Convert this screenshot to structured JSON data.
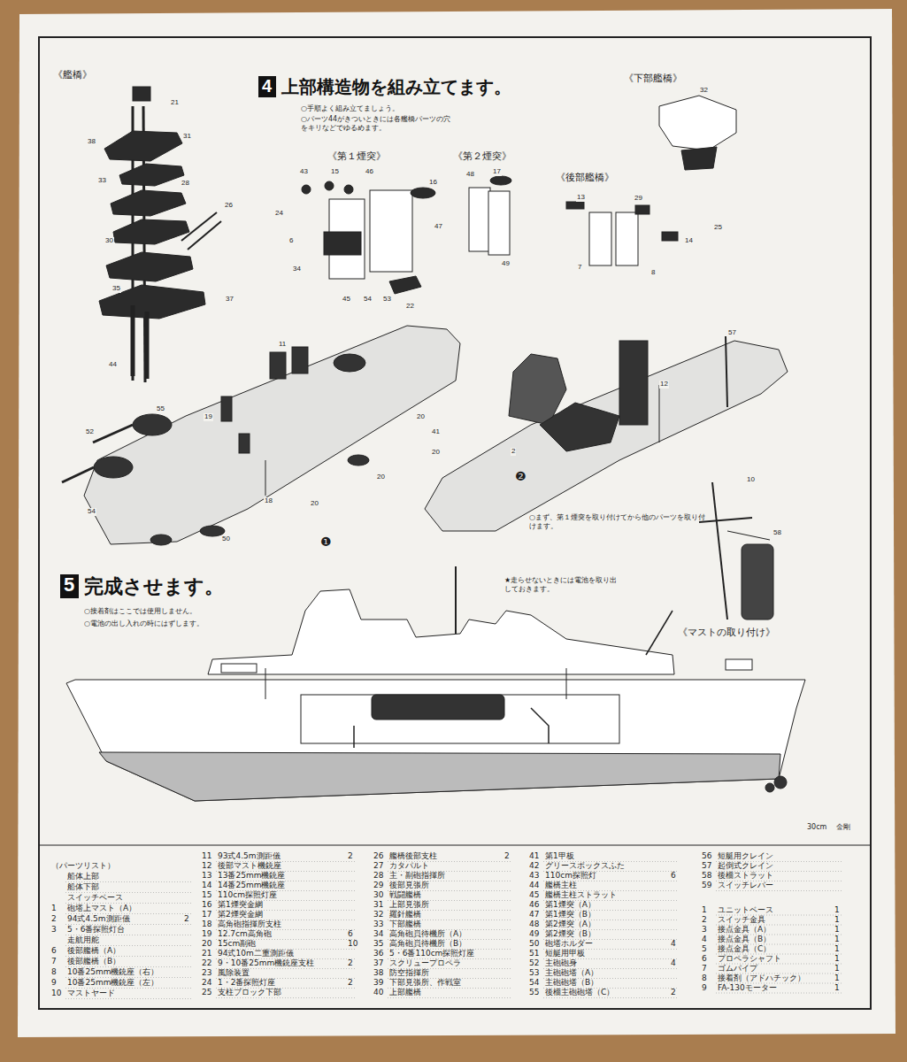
{
  "diagram": {
    "nodes": [
      {
        "text": [
          "4",
          "上部構造物を組み立てます。"
        ]
      },
      {
        "text": [
          "5",
          "完成させます。"
        ]
      }
    ],
    "labels": [
      "《艦橋》",
      "《下部艦橋》",
      "○手順よく組み立てましょう。",
      "○パーツ44がきついときには各艦橋パーツの穴をキリなどでゆるめます。",
      "《第１煙突》",
      "《第２煙突》",
      "《後部艦橋》",
      "○まず、第１煙突を取り付けてから他のパーツを取り付けます。",
      "❶",
      "❷",
      "○接着剤はここでは使用しません。",
      "○電池の出し入れの時にはずします。",
      "★走らせないときには電池を取り出しておきます。",
      "《マストの取り付け》",
      "30cm",
      "金剛",
      "21",
      "38",
      "31",
      "28",
      "33",
      "30",
      "26",
      "35",
      "37",
      "44",
      "32",
      "25",
      "43",
      "15",
      "46",
      "16",
      "24",
      "6",
      "47",
      "34",
      "45",
      "54",
      "53",
      "22",
      "48",
      "17",
      "49",
      "13",
      "29",
      "14",
      "7",
      "8",
      "52",
      "55",
      "54",
      "50",
      "19",
      "18",
      "41",
      "20",
      "20",
      "20",
      "20",
      "11",
      "2",
      "12",
      "10",
      "58",
      "57",
      "（パーツリスト）",
      "船体上部",
      "船体下部",
      "スイッチベース",
      "1",
      "砲塔上マスト（A）",
      "2",
      "94式4.5m測距儀",
      "2",
      "3",
      "5・6番探照灯台",
      "走航用舵",
      "6",
      "後部艦橋（A）",
      "7",
      "後部艦橋（B）",
      "8",
      "10番25mm機銃座（右）",
      "9",
      "10番25mm機銃座（左）",
      "10",
      "マストヤード",
      "11",
      "93式4.5m測距儀",
      "2",
      "12",
      "後部マスト機銃座",
      "13",
      "13番25mm機銃座",
      "14",
      "14番25mm機銃座",
      "15",
      "110cm探照灯座",
      "16",
      "第1煙突金網",
      "17",
      "第2煙突金網",
      "18",
      "高角砲指揮所支柱",
      "19",
      "12.7cm高角砲",
      "6",
      "20",
      "15cm副砲",
      "10",
      "21",
      "94式10m二重測距儀",
      "22",
      "9・10番25mm機銃座支柱",
      "2",
      "23",
      "風除装置",
      "24",
      "1・2番探照灯座",
      "2",
      "25",
      "支柱ブロック下部",
      "26",
      "艦橋後部支柱",
      "2",
      "27",
      "カタパルト",
      "28",
      "主・副砲指揮所",
      "29",
      "後部見張所",
      "30",
      "戦闘艦橋",
      "31",
      "上部見張所",
      "32",
      "羅針艦橋",
      "33",
      "下部艦橋",
      "34",
      "高角砲員待機所（A）",
      "35",
      "高角砲員待機所（B）",
      "36",
      "5・6番110cm探照灯座",
      "37",
      "スクリュープロペラ",
      "38",
      "防空指揮所",
      "39",
      "下部見張所、作戦室",
      "40",
      "上部艦橋",
      "41",
      "第1甲板",
      "42",
      "グリースボックスふた",
      "43",
      "110cm探照灯",
      "6",
      "44",
      "艦橋主柱",
      "45",
      "艦橋主柱ストラット",
      "46",
      "第1煙突（A）",
      "47",
      "第1煙突（B）",
      "48",
      "第2煙突（A）",
      "49",
      "第2煙突（B）",
      "50",
      "砲塔ホルダー",
      "4",
      "51",
      "短艇用甲板",
      "52",
      "主砲砲身",
      "4",
      "53",
      "主砲砲塔（A）",
      "54",
      "主砲砲塔（B）",
      "55",
      "後檣主砲砲塔（C）",
      "2",
      "56",
      "短艇用クレイン",
      "57",
      "起倒式クレイン",
      "58",
      "後檣ストラット",
      "59",
      "スイッチレバー",
      "1",
      "ユニットベース",
      "1",
      "2",
      "スイッチ金具",
      "1",
      "3",
      "接点金具（A）",
      "1",
      "4",
      "接点金具（B）",
      "1",
      "5",
      "接点金具（C）",
      "1",
      "6",
      "プロペラシャフト",
      "1",
      "7",
      "ゴムパイプ",
      "1",
      "8",
      "接着剤（アドハチック）",
      "1",
      "9",
      "FA-130モーター",
      "1"
    ]
  }
}
